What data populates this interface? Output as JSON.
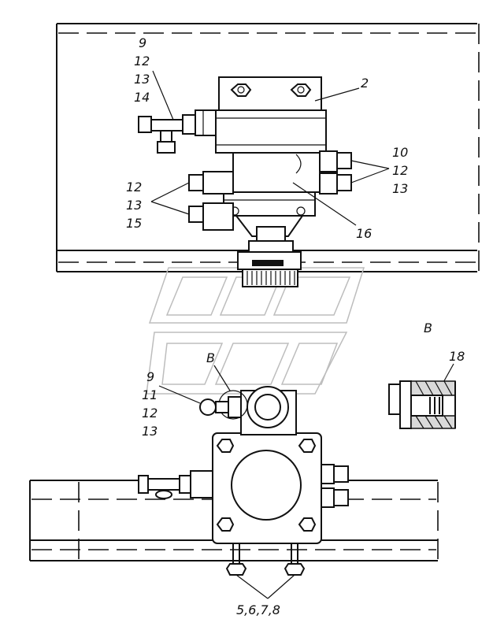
{
  "labels": {
    "top_group_left": [
      "9",
      "12",
      "13",
      "14"
    ],
    "top_part_2": "2",
    "top_group_right": [
      "10",
      "12",
      "13"
    ],
    "top_group_left_lower": [
      "12",
      "13",
      "15"
    ],
    "top_part_16": "16",
    "view_b_title": "В",
    "view_b_part_18": "18",
    "bottom_view_b_marker": "В",
    "bottom_group_left": [
      "9",
      "11",
      "12",
      "13"
    ],
    "bottom_fasteners": "5,6,7,8"
  },
  "colors": {
    "line": "#111111",
    "paper": "#ffffff",
    "watermark": "#bdbdbd",
    "section_fill": "#d9d9d9"
  }
}
